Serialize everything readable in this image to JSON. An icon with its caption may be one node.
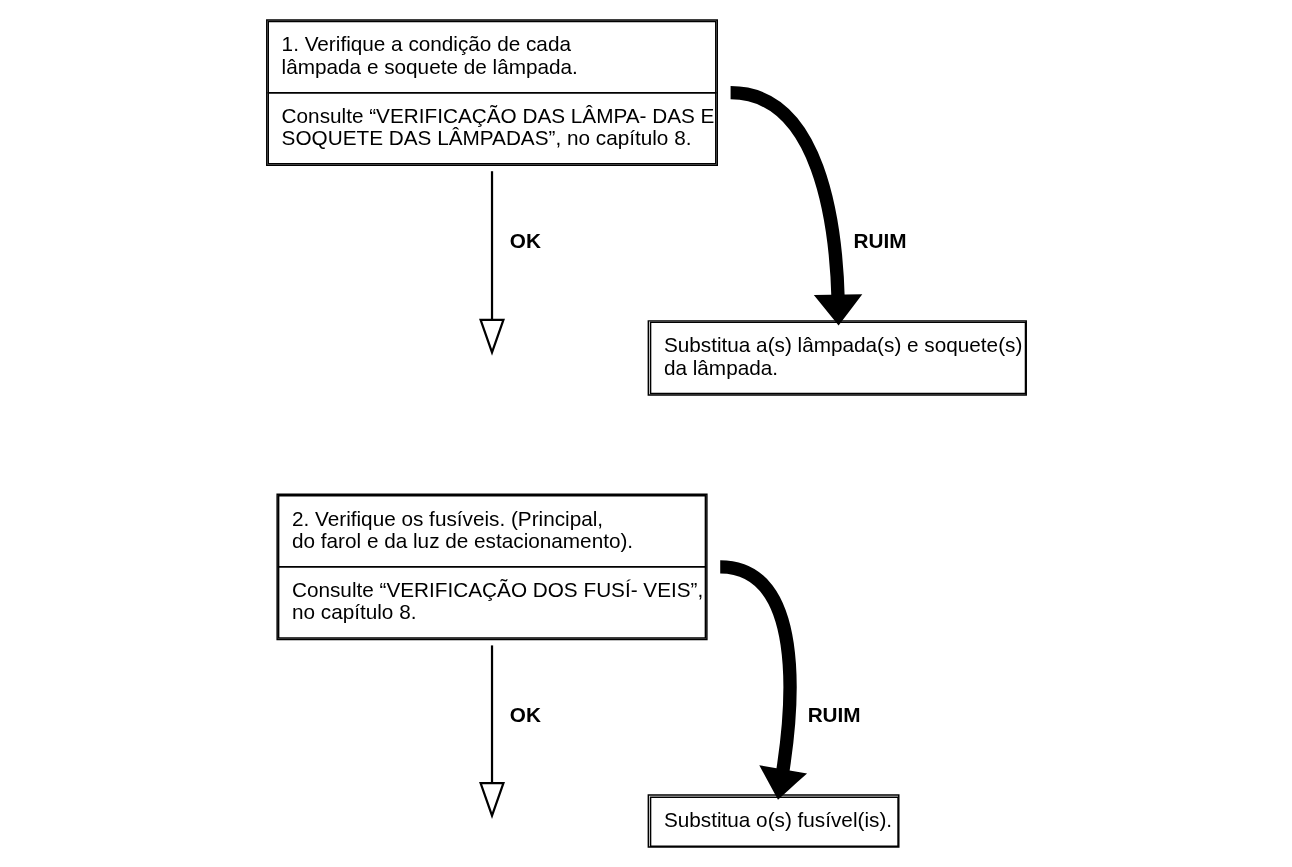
{
  "diagram": {
    "nodes": [
      {
        "text": [
          "1. Verifique a condição de cada lâmpada e soquete de lâmpada.",
          "Consulte “VERIFICAÇÃO DAS LÂMPA- DAS E SOQUETE DAS LÂMPADAS”, no capítulo 8."
        ]
      },
      {
        "text": [
          "Substitua a(s) lâmpada(s) e soquete(s) da lâmpada."
        ]
      },
      {
        "text": [
          "2. Verifique os fusíveis. (Principal, do farol e da luz de estacionamento).",
          "Consulte “VERIFICAÇÃO DOS FUSÍ- VEIS”, no capítulo 8."
        ]
      },
      {
        "text": [
          "Substitua o(s) fusível(is)."
        ]
      }
    ],
    "edges": [
      {
        "from": 0,
        "to": 1,
        "arrow": "to",
        "label": "RUIM",
        "style": "thick"
      },
      {
        "from": 0,
        "to": null,
        "arrow": "to",
        "label": "OK"
      },
      {
        "from": 2,
        "to": 3,
        "arrow": "to",
        "label": "RUIM",
        "style": "thick"
      },
      {
        "from": 2,
        "to": null,
        "arrow": "to",
        "label": "OK"
      }
    ]
  }
}
